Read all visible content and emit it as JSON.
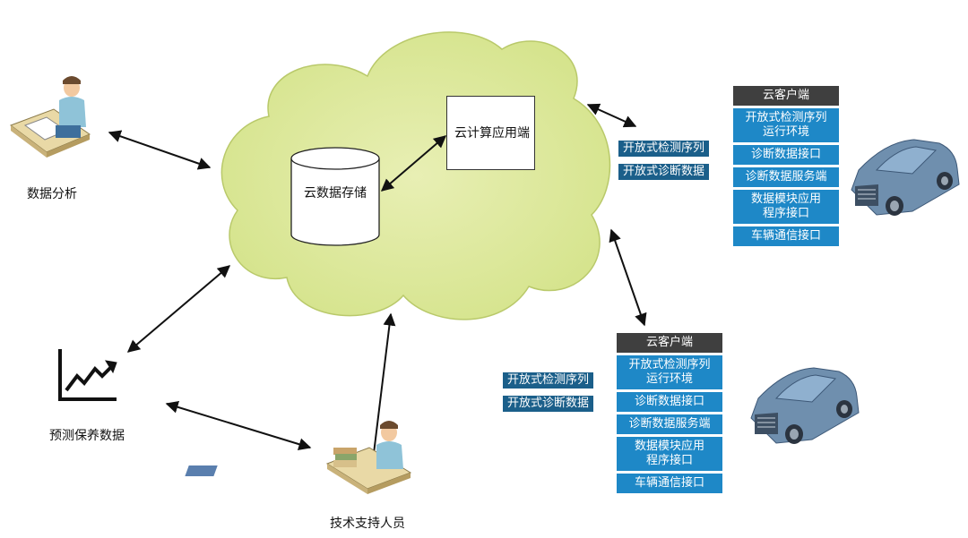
{
  "nodes": {
    "data_analysis": "数据分析",
    "predictive_data": "预测保养数据",
    "tech_support": "技术支持人员",
    "cloud_storage": "云数据存储",
    "cloud_app": "云计算应用端"
  },
  "client_top": {
    "header": "云客户端",
    "items": [
      "开放式检测序列\n运行环境",
      "诊断数据接口",
      "诊断数据服务端",
      "数据模块应用\n程序接口",
      "车辆通信接口"
    ],
    "tags": [
      "开放式检测序列",
      "开放式诊断数据"
    ]
  },
  "client_bottom": {
    "header": "云客户端",
    "items": [
      "开放式检测序列\n运行环境",
      "诊断数据接口",
      "诊断数据服务端",
      "数据模块应用\n程序接口",
      "车辆通信接口"
    ],
    "tags": [
      "开放式检测序列",
      "开放式诊断数据"
    ]
  },
  "colors": {
    "cloud_fill": "#dde9a0",
    "item_blue": "#1e88c7",
    "tag_blue": "#1b5f8a",
    "header_gray": "#3f3f3f"
  }
}
